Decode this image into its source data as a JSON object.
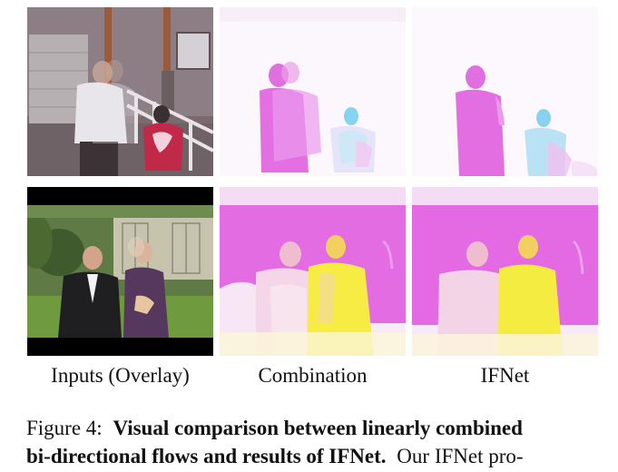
{
  "columns": [
    {
      "label": "Inputs (Overlay)"
    },
    {
      "label": "Combination"
    },
    {
      "label": "IFNet"
    }
  ],
  "rows": [
    {
      "scene": "house-walkway-scene"
    },
    {
      "scene": "wedding-couple-scene"
    }
  ],
  "caption": {
    "figure_label": "Figure 4:",
    "bold_line1": "Visual comparison between linearly combined",
    "bold_line2": "bi-directional flows and results of IFNet.",
    "normal_line2": "Our IFNet pro-"
  },
  "colors": {
    "flow_magenta": "#e060e0",
    "flow_cyan": "#80d0f0",
    "flow_yellow": "#f0f040",
    "flow_background": "#fbf4fb"
  }
}
